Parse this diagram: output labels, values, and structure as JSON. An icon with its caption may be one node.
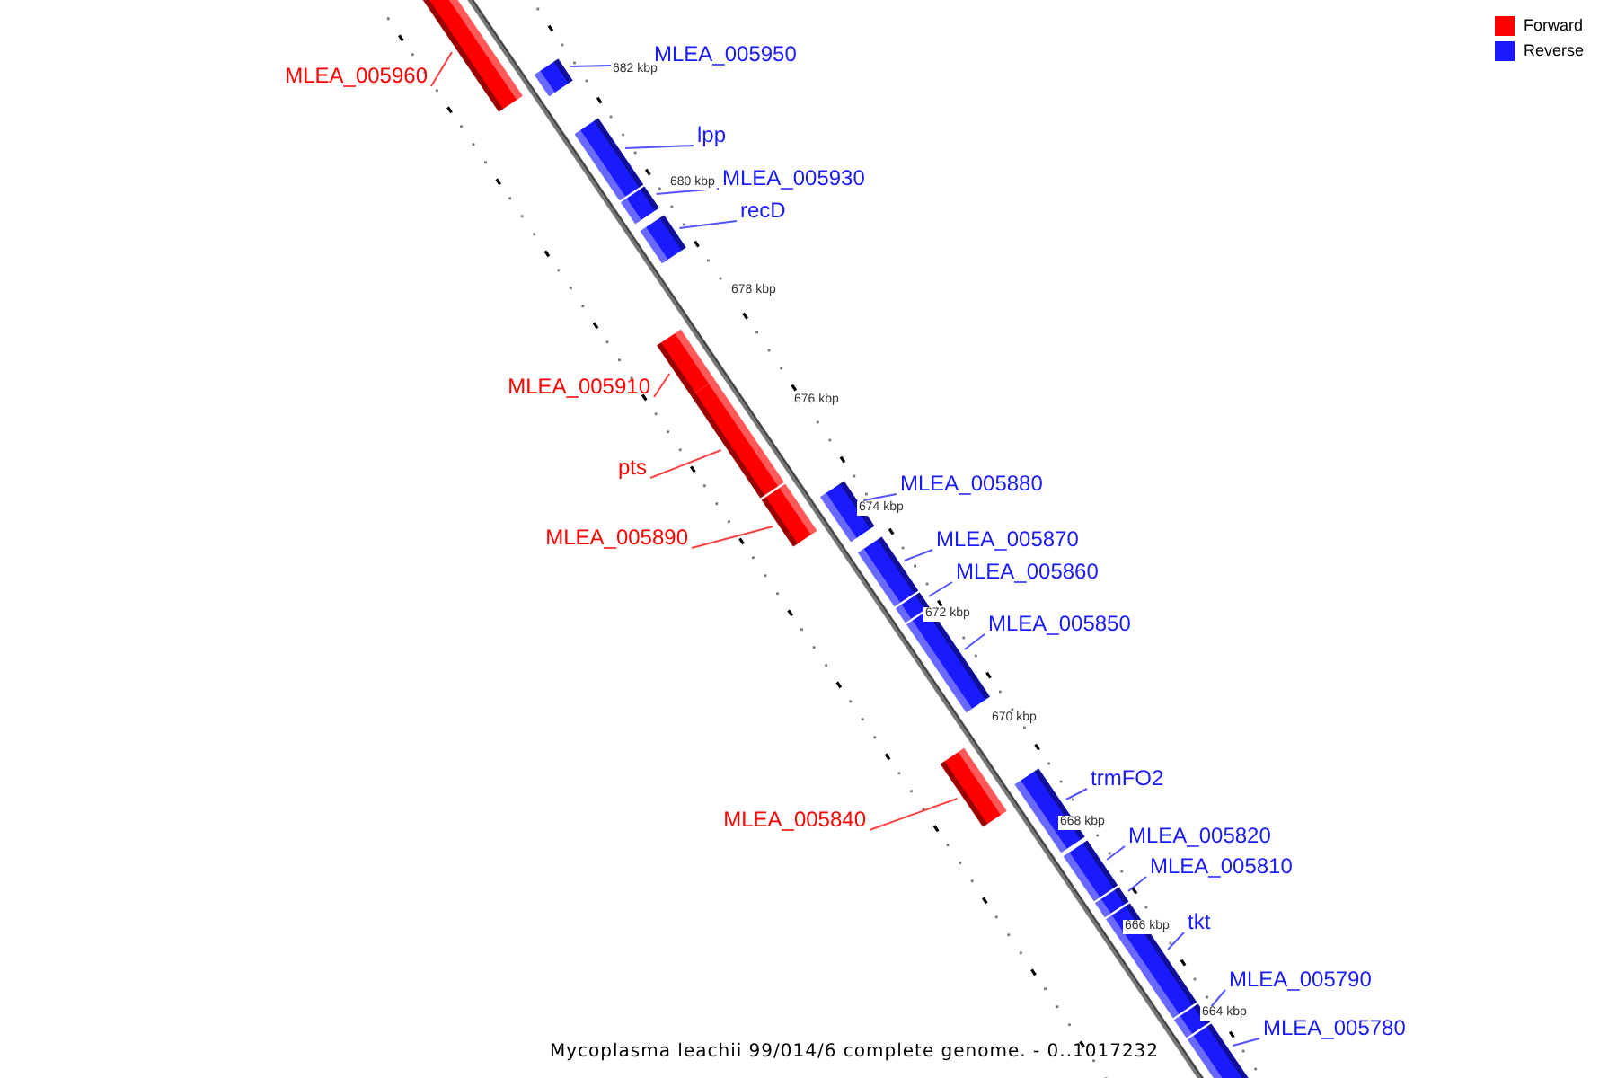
{
  "diagram": {
    "caption": "Mycoplasma leachii 99/014/6 complete genome. - 0..1017232",
    "nodes": [
      {
        "text": [
          "MLEA_005950"
        ]
      },
      {
        "text": [],
        "shape": "bar"
      },
      {
        "text": [
          "MLEA_005960"
        ]
      },
      {
        "text": [],
        "shape": "bar"
      },
      {
        "text": [
          "lpp"
        ]
      },
      {
        "text": [],
        "shape": "bar"
      },
      {
        "text": [
          "MLEA_005930"
        ]
      },
      {
        "text": [],
        "shape": "bar"
      },
      {
        "text": [
          "recD"
        ]
      },
      {
        "text": [],
        "shape": "bar"
      },
      {
        "text": [
          "MLEA_005910"
        ]
      },
      {
        "text": [],
        "shape": "bar"
      },
      {
        "text": [
          "pts"
        ]
      },
      {
        "text": [],
        "shape": "bar"
      },
      {
        "text": [
          "MLEA_005880"
        ]
      },
      {
        "text": [],
        "shape": "bar"
      },
      {
        "text": [
          "MLEA_005890"
        ]
      },
      {
        "text": [],
        "shape": "bar"
      },
      {
        "text": [
          "MLEA_005870"
        ]
      },
      {
        "text": [],
        "shape": "bar"
      },
      {
        "text": [
          "MLEA_005860"
        ]
      },
      {
        "text": [],
        "shape": "bar"
      },
      {
        "text": [
          "MLEA_005850"
        ]
      },
      {
        "text": [],
        "shape": "bar"
      },
      {
        "text": [
          "trmFO2"
        ]
      },
      {
        "text": [],
        "shape": "bar"
      },
      {
        "text": [
          "MLEA_005840"
        ]
      },
      {
        "text": [],
        "shape": "bar"
      },
      {
        "text": [
          "MLEA_005820"
        ]
      },
      {
        "text": [],
        "shape": "bar"
      },
      {
        "text": [
          "MLEA_005810"
        ]
      },
      {
        "text": [],
        "shape": "bar"
      },
      {
        "text": [
          "tkt"
        ]
      },
      {
        "text": [],
        "shape": "bar"
      },
      {
        "text": [
          "MLEA_005790"
        ]
      },
      {
        "text": [],
        "shape": "bar"
      },
      {
        "text": [
          "MLEA_005780"
        ]
      },
      {
        "text": [],
        "shape": "bar"
      }
    ],
    "edges": [
      {
        "from": 0,
        "to": 1,
        "arrow": "none"
      },
      {
        "from": 2,
        "to": 3,
        "arrow": "none",
        "color": "#ff0000"
      },
      {
        "from": 4,
        "to": 5,
        "arrow": "none"
      },
      {
        "from": 6,
        "to": 7,
        "arrow": "none"
      },
      {
        "from": 8,
        "to": 9,
        "arrow": "none"
      },
      {
        "from": 10,
        "to": 11,
        "arrow": "none",
        "color": "#ff0000"
      },
      {
        "from": 12,
        "to": 13,
        "arrow": "none",
        "color": "#ff0000"
      },
      {
        "from": 14,
        "to": 15,
        "arrow": "none"
      },
      {
        "from": 16,
        "to": 17,
        "arrow": "none",
        "color": "#ff0000"
      },
      {
        "from": 18,
        "to": 19,
        "arrow": "none"
      },
      {
        "from": 20,
        "to": 21,
        "arrow": "none"
      },
      {
        "from": 22,
        "to": 23,
        "arrow": "none"
      },
      {
        "from": 24,
        "to": 25,
        "arrow": "none"
      },
      {
        "from": 26,
        "to": 27,
        "arrow": "none",
        "color": "#ff0000"
      },
      {
        "from": 28,
        "to": 29,
        "arrow": "none"
      },
      {
        "from": 30,
        "to": 31,
        "arrow": "none"
      },
      {
        "from": 32,
        "to": 33,
        "arrow": "none"
      },
      {
        "from": 34,
        "to": 35,
        "arrow": "none"
      },
      {
        "from": 36,
        "to": 37,
        "arrow": "none"
      }
    ],
    "labels": [
      "682 kbp",
      "680 kbp",
      "678 kbp",
      "676 kbp",
      "674 kbp",
      "672 kbp",
      "670 kbp",
      "668 kbp",
      "666 kbp",
      "664 kbp"
    ],
    "legend": [
      {
        "text": "Forward",
        "color": "#ff0000"
      },
      {
        "text": "Reverse",
        "color": "#1a1aff"
      }
    ]
  }
}
